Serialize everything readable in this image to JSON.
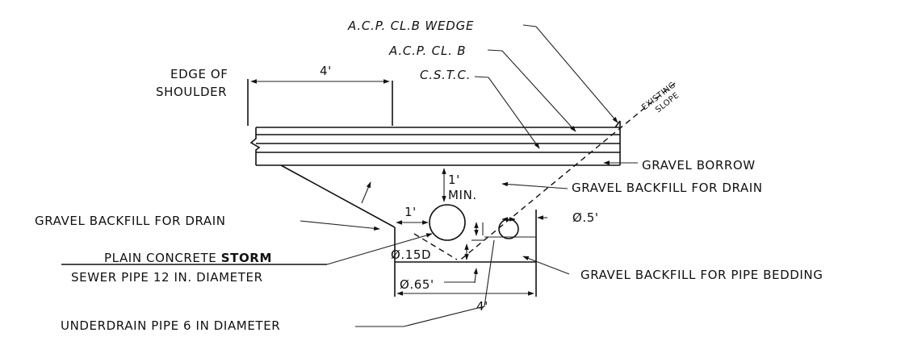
{
  "labels": {
    "acp_wedge": "A.C.P. CL.B WEDGE",
    "acp_clb": "A.C.P. CL. B",
    "cstc": "C.S.T.C.",
    "edge_line1": "EDGE OF",
    "edge_line2": "SHOULDER",
    "dim_4_top": "4'",
    "existing": "EXISTING",
    "slope": "SLOPE",
    "gravel_borrow": "GRAVEL BORROW",
    "dim_1_vert": "1'",
    "min": "MIN.",
    "gravel_backfill_drain_right": "GRAVEL BACKFILL FOR DRAIN",
    "gravel_backfill_drain_left": "GRAVEL BACKFILL FOR DRAIN",
    "dim_1_horiz": "1'",
    "dim_05": "Ø.5'",
    "storm_line1_a": "PLAIN CONCRETE ",
    "storm_line1_b": "STORM",
    "storm_line2": "SEWER PIPE 12 IN. DIAMETER",
    "dim_015d": "Ø.15D",
    "gravel_pipe_bedding": "GRAVEL BACKFILL FOR PIPE BEDDING",
    "dim_065": "Ø.65'",
    "dim_4_bottom": "4'",
    "underdrain": "UNDERDRAIN PIPE 6 IN DIAMETER"
  }
}
